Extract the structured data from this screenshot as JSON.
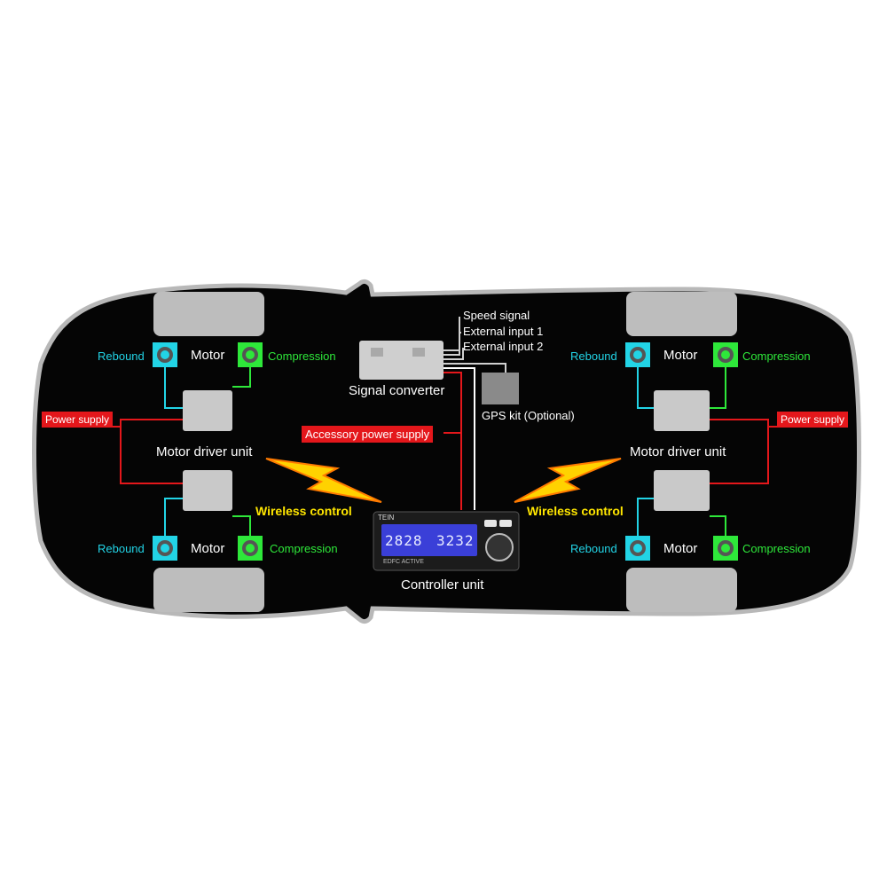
{
  "labels": {
    "speed_signal": "Speed signal",
    "external_input_1": "External input 1",
    "external_input_2": "External input 2",
    "signal_converter": "Signal converter",
    "gps_kit": "GPS kit (Optional)",
    "accessory_power": "Accessory power supply",
    "controller_unit": "Controller unit",
    "power_supply": "Power supply",
    "motor_driver_unit": "Motor driver unit",
    "wireless_control": "Wireless control",
    "rebound": "Rebound",
    "motor": "Motor",
    "compression": "Compression"
  },
  "controller_display": {
    "left_value": "2828",
    "right_value": "3232",
    "brand": "TEIN",
    "model": "EDFC ACTIVE"
  },
  "colors": {
    "car_body": "#050505",
    "car_outline": "#b8b8b8",
    "rebound": "#22d4e6",
    "compression": "#2ee83a",
    "power": "#e4171b",
    "wireless": "#ffe600",
    "wheel": "#bdbdbd"
  },
  "icons": {
    "lightning": "lightning-bolt-icon",
    "motor_port": "motor-port-icon"
  }
}
